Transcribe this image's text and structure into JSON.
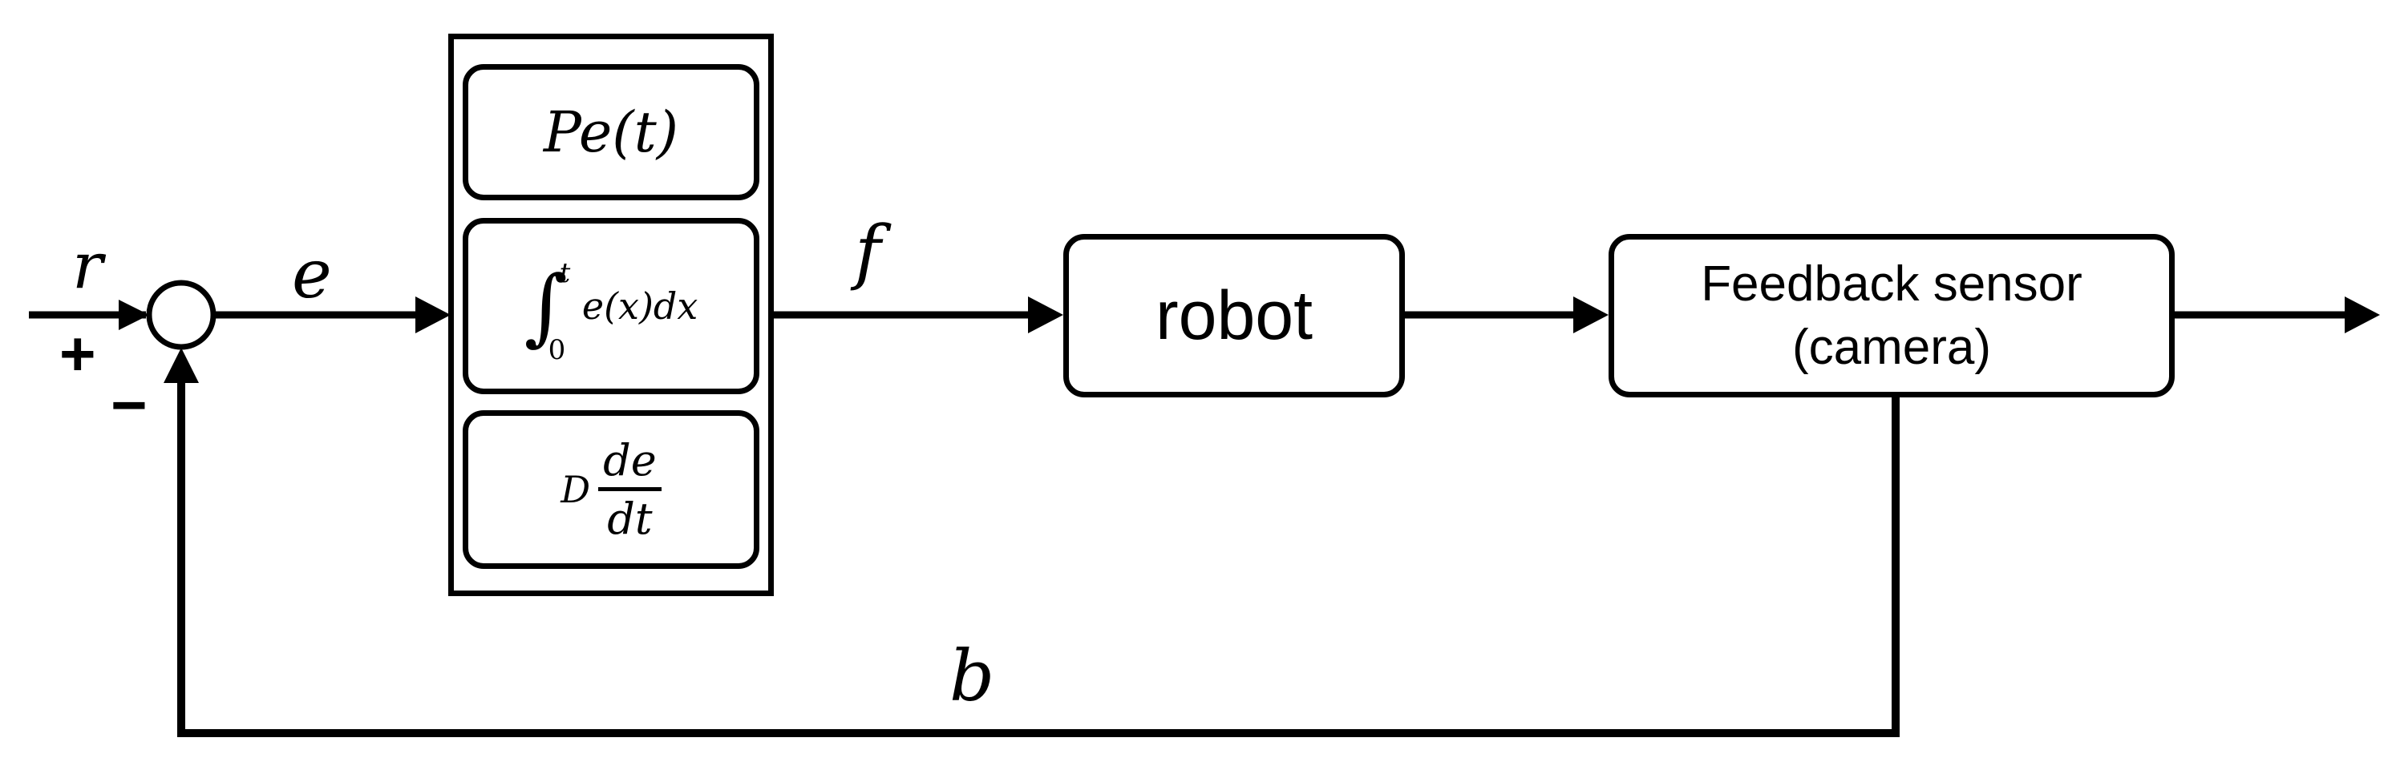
{
  "signals": {
    "reference": "r",
    "error": "e",
    "control": "f",
    "feedback": "b",
    "plus_sign": "+",
    "minus_sign": "−"
  },
  "controller": {
    "proportional": "Pe(t)",
    "integral_upper": "t",
    "integral_lower": "0",
    "integral_body": "e(x)dx",
    "derivative_gain": "D",
    "derivative_num": "de",
    "derivative_den": "dt"
  },
  "blocks": {
    "plant": "robot",
    "sensor_line1": "Feedback sensor",
    "sensor_line2": "(camera)"
  },
  "colors": {
    "stroke": "#000000",
    "background": "#ffffff"
  }
}
